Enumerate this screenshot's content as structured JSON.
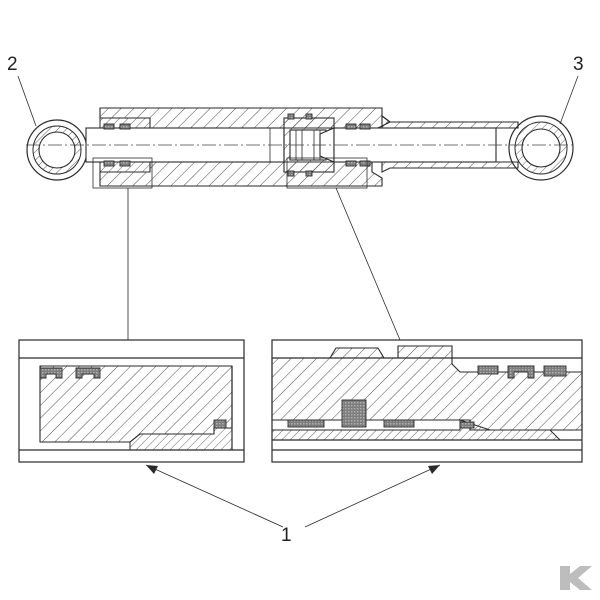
{
  "callouts": {
    "detail_seals": "1",
    "rod_eye": "2",
    "cylinder_eye": "3"
  },
  "colors": {
    "line": "#2a2a2a",
    "background": "#ffffff",
    "seal_fill": "#8c8c8c",
    "logo": "#bdbdbd"
  },
  "logo": {
    "icon": "k-logo-icon"
  }
}
